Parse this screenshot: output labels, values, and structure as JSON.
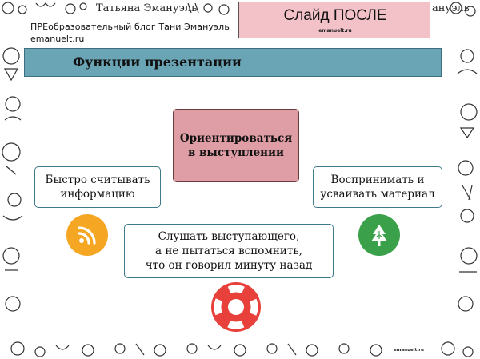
{
  "top_strip": {
    "name_left": "Татьяна Эмануэль",
    "name_right": "ануэль"
  },
  "header": {
    "blog": "ПРЕобразовательный блог Тани Эмануэль",
    "url": "emanuelt.ru"
  },
  "slide_label": {
    "title": "Слайд ПОСЛЕ",
    "subtitle": "emanuelt.ru"
  },
  "slide": {
    "banner_title": "Функции презентации",
    "center_box": [
      "Ориентироваться",
      "в выступлении"
    ],
    "left_box": [
      "Быстро считывать",
      "информацию"
    ],
    "right_box": [
      "Воспринимать и",
      "усваивать материал"
    ],
    "bottom_box": [
      "Слушать выступающего,",
      "а не пытаться вспомнить,",
      "что он говорил минуту назад"
    ]
  },
  "icons": {
    "rss": "rss-icon",
    "tree": "tree-icon",
    "lifebuoy": "lifebuoy-icon"
  },
  "colors": {
    "banner": "#6aa5b5",
    "center_box": "#df9ea6",
    "slide_label": "#f2c2c8",
    "rss": "#f5a623",
    "tree": "#3aa04a",
    "lifebuoy": "#e8413c"
  },
  "footer": {
    "url": "emanuelt.ru"
  }
}
